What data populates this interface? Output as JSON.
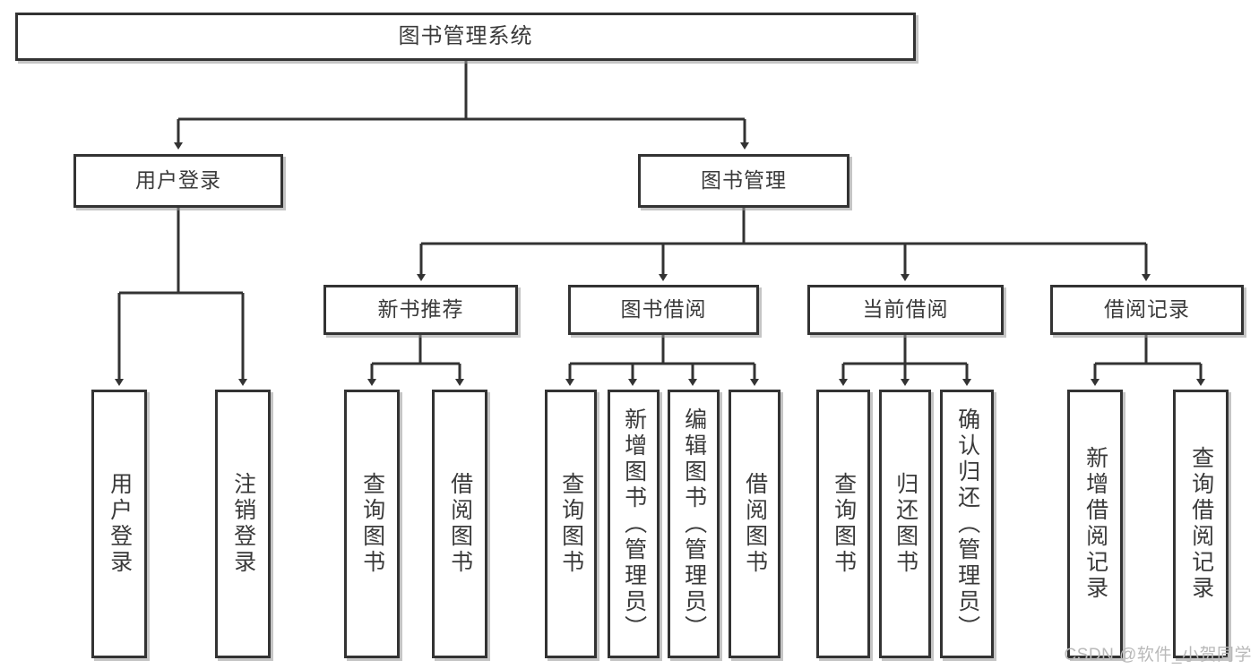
{
  "diagram": {
    "title": "图书管理系统",
    "type": "tree-hierarchy",
    "watermark": "CSDN @软件_小贺同学",
    "style": {
      "box_border_color": "#333333",
      "box_fill_color": "#ffffff",
      "connector_color": "#333333",
      "text_color": "#3a3a3a",
      "watermark_color": "#b9b9b9"
    },
    "root": {
      "label": "图书管理系统"
    },
    "level2": [
      {
        "label": "用户登录"
      },
      {
        "label": "图书管理"
      }
    ],
    "level3": [
      {
        "label": "新书推荐"
      },
      {
        "label": "图书借阅"
      },
      {
        "label": "当前借阅"
      },
      {
        "label": "借阅记录"
      }
    ],
    "leaves": {
      "user_login": [
        {
          "label": "用户登录"
        },
        {
          "label": "注销登录"
        }
      ],
      "new_book_recommend": [
        {
          "label": "查询图书"
        },
        {
          "label": "借阅图书"
        }
      ],
      "book_borrow": [
        {
          "label": "查询图书"
        },
        {
          "label": "新增图书（管理员）"
        },
        {
          "label": "编辑图书（管理员）"
        },
        {
          "label": "借阅图书"
        }
      ],
      "current_borrow": [
        {
          "label": "查询图书"
        },
        {
          "label": "归还图书"
        },
        {
          "label": "确认归还（管理员）"
        }
      ],
      "borrow_record": [
        {
          "label": "新增借阅记录"
        },
        {
          "label": "查询借阅记录"
        }
      ]
    }
  }
}
